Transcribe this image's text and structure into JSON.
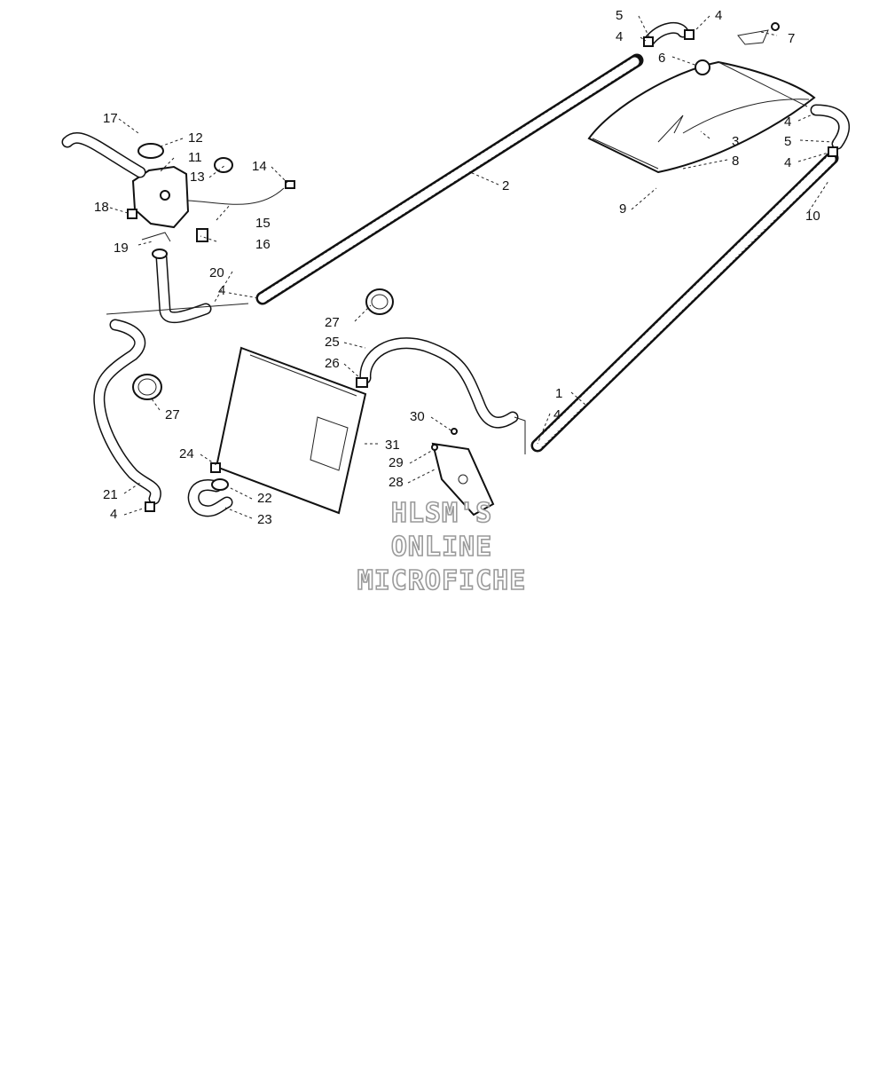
{
  "callouts": {
    "c1": "1",
    "c2": "2",
    "c3": "3",
    "c4a": "4",
    "c4b": "4",
    "c4c": "4",
    "c4d": "4",
    "c4e": "4",
    "c4f": "4",
    "c4g": "4",
    "c5a": "5",
    "c5b": "5",
    "c6": "6",
    "c7": "7",
    "c8": "8",
    "c9": "9",
    "c10": "10",
    "c11": "11",
    "c12": "12",
    "c13": "13",
    "c14": "14",
    "c15": "15",
    "c16": "16",
    "c17": "17",
    "c18": "18",
    "c19": "19",
    "c20": "20",
    "c21": "21",
    "c22": "22",
    "c23": "23",
    "c24": "24",
    "c25": "25",
    "c26": "26",
    "c27a": "27",
    "c27b": "27",
    "c28": "28",
    "c29": "29",
    "c30": "30",
    "c31": "31"
  },
  "watermark": {
    "line1": "HLSM'S",
    "line2": "ONLINE",
    "line3": "MICROFICHE"
  }
}
